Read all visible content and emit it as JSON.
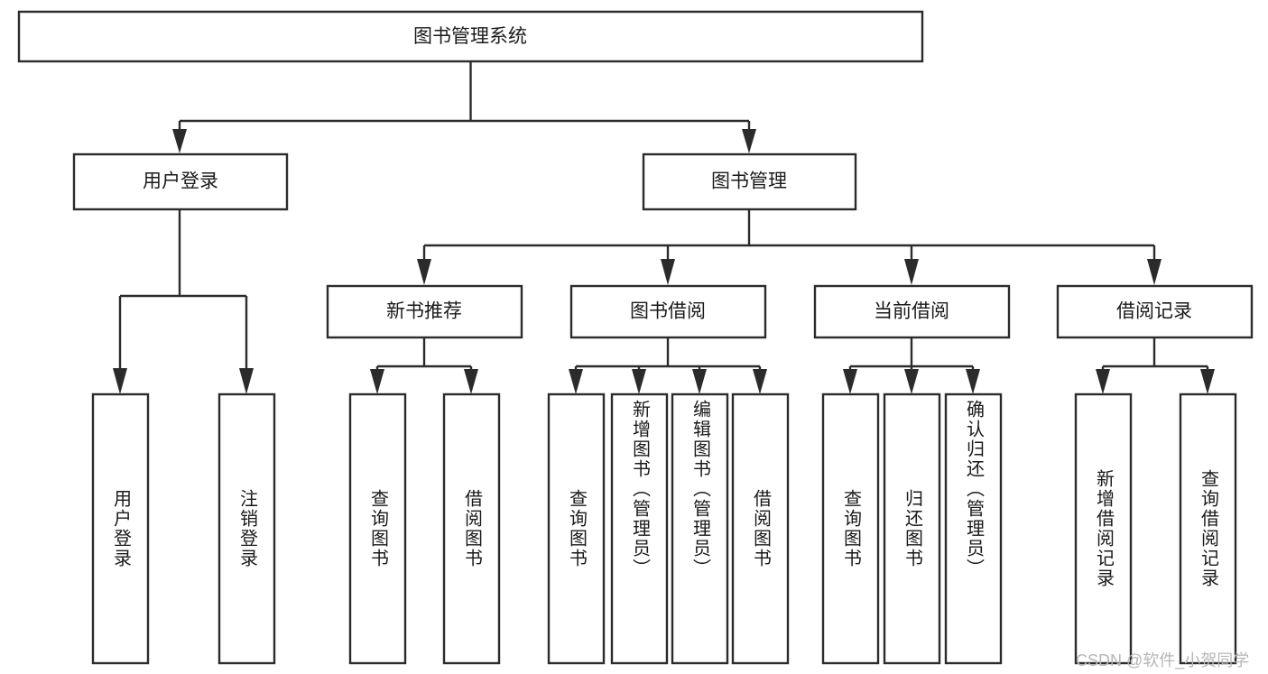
{
  "diagram": {
    "title": "图书管理系统",
    "type": "hierarchy-tree",
    "watermark": "CSDN @软件_小贺同学",
    "colors": {
      "box_stroke": "#2b2b2b",
      "box_fill": "#ffffff",
      "connector": "#2b2b2b",
      "text": "#1a1a1a",
      "background": "#ffffff",
      "watermark": "#b6b6b6"
    },
    "levels": {
      "root": {
        "label": "图书管理系统"
      },
      "level2": [
        {
          "label": "用户登录"
        },
        {
          "label": "图书管理"
        }
      ],
      "level3": [
        {
          "label": "新书推荐"
        },
        {
          "label": "图书借阅"
        },
        {
          "label": "当前借阅"
        },
        {
          "label": "借阅记录"
        }
      ],
      "leaves": {
        "user_login": [
          {
            "label": "用户登录"
          },
          {
            "label": "注销登录"
          }
        ],
        "new_book_recommend": [
          {
            "label": "查询图书"
          },
          {
            "label": "借阅图书"
          }
        ],
        "book_borrow": [
          {
            "label": "查询图书"
          },
          {
            "label": "新增图书（管理员）"
          },
          {
            "label": "编辑图书（管理员）"
          },
          {
            "label": "借阅图书"
          }
        ],
        "current_borrow": [
          {
            "label": "查询图书"
          },
          {
            "label": "归还图书"
          },
          {
            "label": "确认归还（管理员）"
          }
        ],
        "borrow_record": [
          {
            "label": "新增借阅记录"
          },
          {
            "label": "查询借阅记录"
          }
        ]
      }
    }
  }
}
